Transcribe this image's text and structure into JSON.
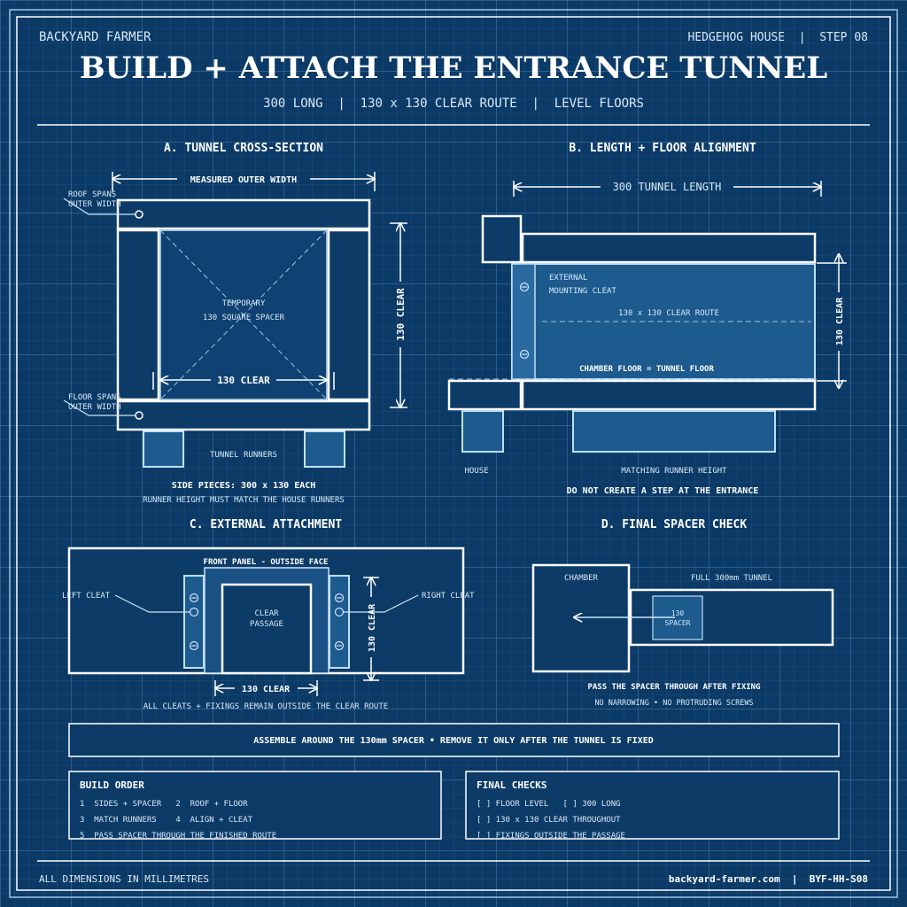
{
  "header": {
    "brand": "BACKYARD FARMER",
    "project": "HEDGEHOG HOUSE  |  STEP 08",
    "title": "BUILD + ATTACH THE ENTRANCE TUNNEL",
    "subtitle": "300 LONG  |  130 x 130 CLEAR ROUTE  |  LEVEL FLOORS"
  },
  "section_a": {
    "heading": "A. TUNNEL CROSS-SECTION",
    "outer_width": "MEASURED OUTER WIDTH",
    "roof_note": [
      "ROOF SPANS",
      "OUTER WIDTH"
    ],
    "floor_note": [
      "FLOOR SPANS",
      "OUTER WIDTH"
    ],
    "spacer": [
      "TEMPORARY",
      "130 SQUARE SPACER"
    ],
    "clear_h": "130 CLEAR",
    "clear_v": "130 CLEAR",
    "runners": "TUNNEL RUNNERS",
    "side_pieces": "SIDE PIECES: 300 x 130 EACH",
    "runner_note": "RUNNER HEIGHT MUST MATCH THE HOUSE RUNNERS"
  },
  "section_b": {
    "heading": "B. LENGTH + FLOOR ALIGNMENT",
    "length": "300 TUNNEL LENGTH",
    "cleat": [
      "EXTERNAL",
      "MOUNTING CLEAT"
    ],
    "route": "130 x 130 CLEAR ROUTE",
    "floor": "CHAMBER FLOOR = TUNNEL FLOOR",
    "clear_v": "130 CLEAR",
    "house": "HOUSE",
    "matching": "MATCHING RUNNER HEIGHT",
    "no_step": "DO NOT CREATE A STEP AT THE ENTRANCE"
  },
  "section_c": {
    "heading": "C. EXTERNAL ATTACHMENT",
    "front_panel": "FRONT PANEL - OUTSIDE FACE",
    "left_cleat": "LEFT CLEAT",
    "right_cleat": "RIGHT CLEAT",
    "passage": [
      "CLEAR",
      "PASSAGE"
    ],
    "clear_v": "130 CLEAR",
    "clear_h": "130 CLEAR",
    "note": "ALL CLEATS + FIXINGS REMAIN OUTSIDE THE CLEAR ROUTE"
  },
  "section_d": {
    "heading": "D. FINAL SPACER CHECK",
    "chamber": "CHAMBER",
    "tunnel": "FULL 300mm TUNNEL",
    "spacer": [
      "130",
      "SPACER"
    ],
    "pass": "PASS THE SPACER THROUGH AFTER FIXING",
    "note": "NO NARROWING • NO PROTRUDING SCREWS"
  },
  "banner": "ASSEMBLE AROUND THE 130mm SPACER • REMOVE IT ONLY AFTER THE TUNNEL IS FIXED",
  "build_order": {
    "title": "BUILD ORDER",
    "lines": [
      "1  SIDES + SPACER   2  ROOF + FLOOR",
      "3  MATCH RUNNERS    4  ALIGN + CLEAT",
      "5  PASS SPACER THROUGH THE FINISHED ROUTE"
    ]
  },
  "final_checks": {
    "title": "FINAL CHECKS",
    "lines": [
      "[ ] FLOOR LEVEL   [ ] 300 LONG",
      "[ ] 130 x 130 CLEAR THROUGHOUT",
      "[ ] FIXINGS OUTSIDE THE PASSAGE"
    ]
  },
  "footer": {
    "units": "ALL DIMENSIONS IN MILLIMETRES",
    "ref": "backyard-farmer.com  |  BYF-HH-S08"
  },
  "colors": {
    "background": "#0c3a66",
    "grid_major": "#3d73a5",
    "grid_minor": "#1f5286",
    "line": "#ffffff",
    "part_fill": "#0d3b67",
    "part_light": "#1d5a8e"
  }
}
